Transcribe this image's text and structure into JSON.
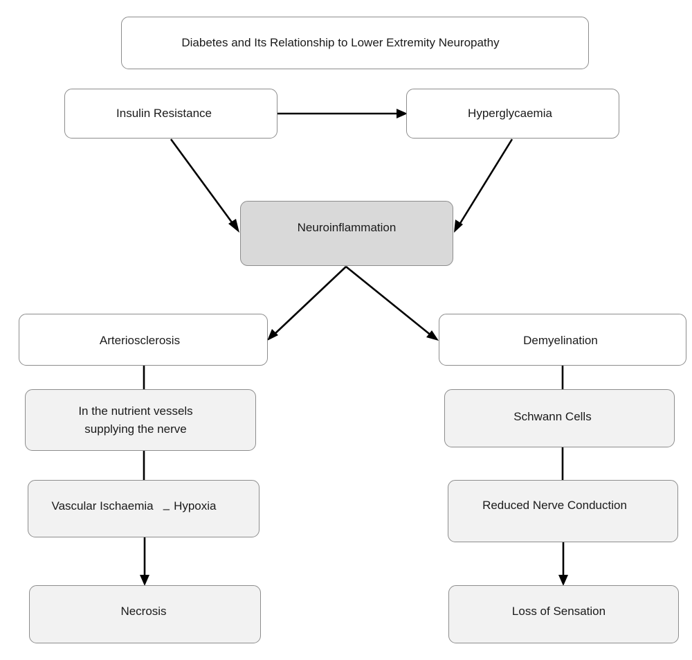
{
  "diagram": {
    "title": "Diabetes and Its Relationship to Lower Extremity Neuropathy",
    "nodes": {
      "insulin_resistance": "Insulin Resistance",
      "hyperglycaemia": "Hyperglycaemia",
      "neuroinflammation": "Neuroinflammation",
      "arteriosclerosis": "Arteriosclerosis",
      "demyelination": "Demyelination",
      "nutrient_vessels_line1": "In the nutrient vessels",
      "nutrient_vessels_line2": "supplying the nerve",
      "vascular_ischaemia": "Vascular Ischaemia",
      "ischaemia_separator": "–",
      "hypoxia": "Hypoxia",
      "schwann_cells": "Schwann Cells",
      "reduced_nerve_conduction": "Reduced Nerve Conduction",
      "necrosis": "Necrosis",
      "loss_of_sensation": "Loss of Sensation"
    },
    "colors": {
      "white_box": "#ffffff",
      "light_grey_box": "#f2f2f2",
      "highlight_box": "#d9d9d9",
      "border": "#8c8c8c",
      "connector": "#000000"
    }
  }
}
